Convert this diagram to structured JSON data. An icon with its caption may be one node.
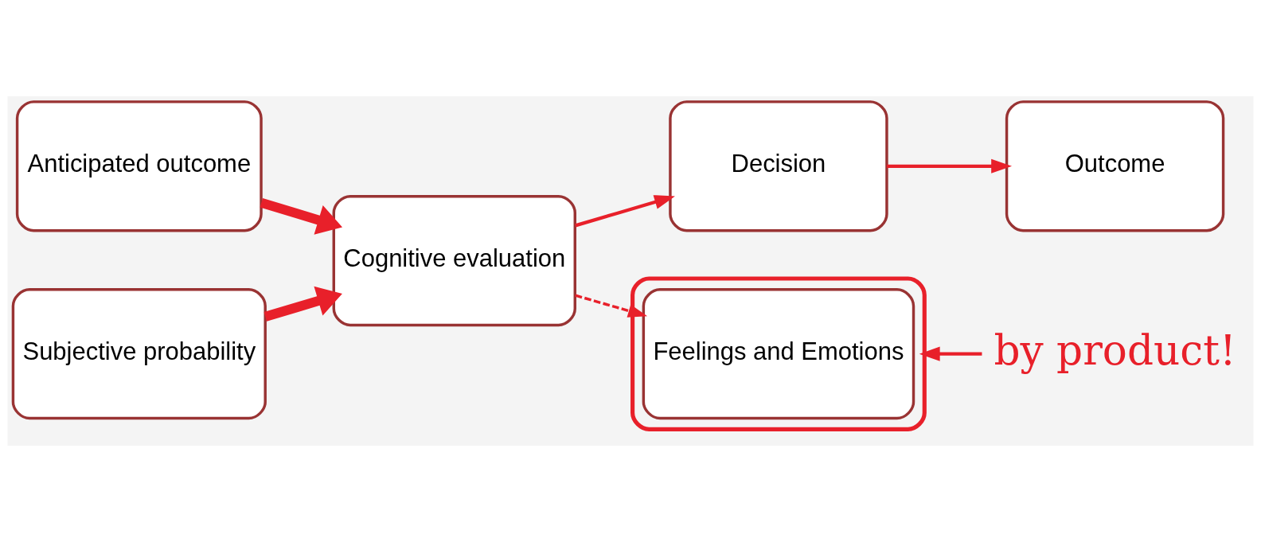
{
  "diagram": {
    "nodes": [
      {
        "text": [
          "Anticipated outcome"
        ]
      },
      {
        "text": [
          "Subjective probability"
        ]
      },
      {
        "text": [
          "Cognitive evaluation"
        ]
      },
      {
        "text": [
          "Decision"
        ]
      },
      {
        "text": [
          "Outcome"
        ]
      },
      {
        "text": [],
        "shape": "cloud"
      },
      {
        "text": [
          "Feelings and Emotions"
        ],
        "in": 5
      },
      {
        "text": [
          "by product!"
        ]
      }
    ],
    "edges": [
      {
        "from": 0,
        "to": 2,
        "arrow": "to",
        "style": "thick"
      },
      {
        "from": 1,
        "to": 2,
        "arrow": "to",
        "style": "thick"
      },
      {
        "from": 2,
        "to": 3,
        "arrow": "to"
      },
      {
        "from": 3,
        "to": 4,
        "arrow": "to"
      },
      {
        "from": 2,
        "to": 6,
        "arrow": "to",
        "style": "dashed"
      },
      {
        "from": 7,
        "to": 5,
        "arrow": "to"
      }
    ]
  }
}
